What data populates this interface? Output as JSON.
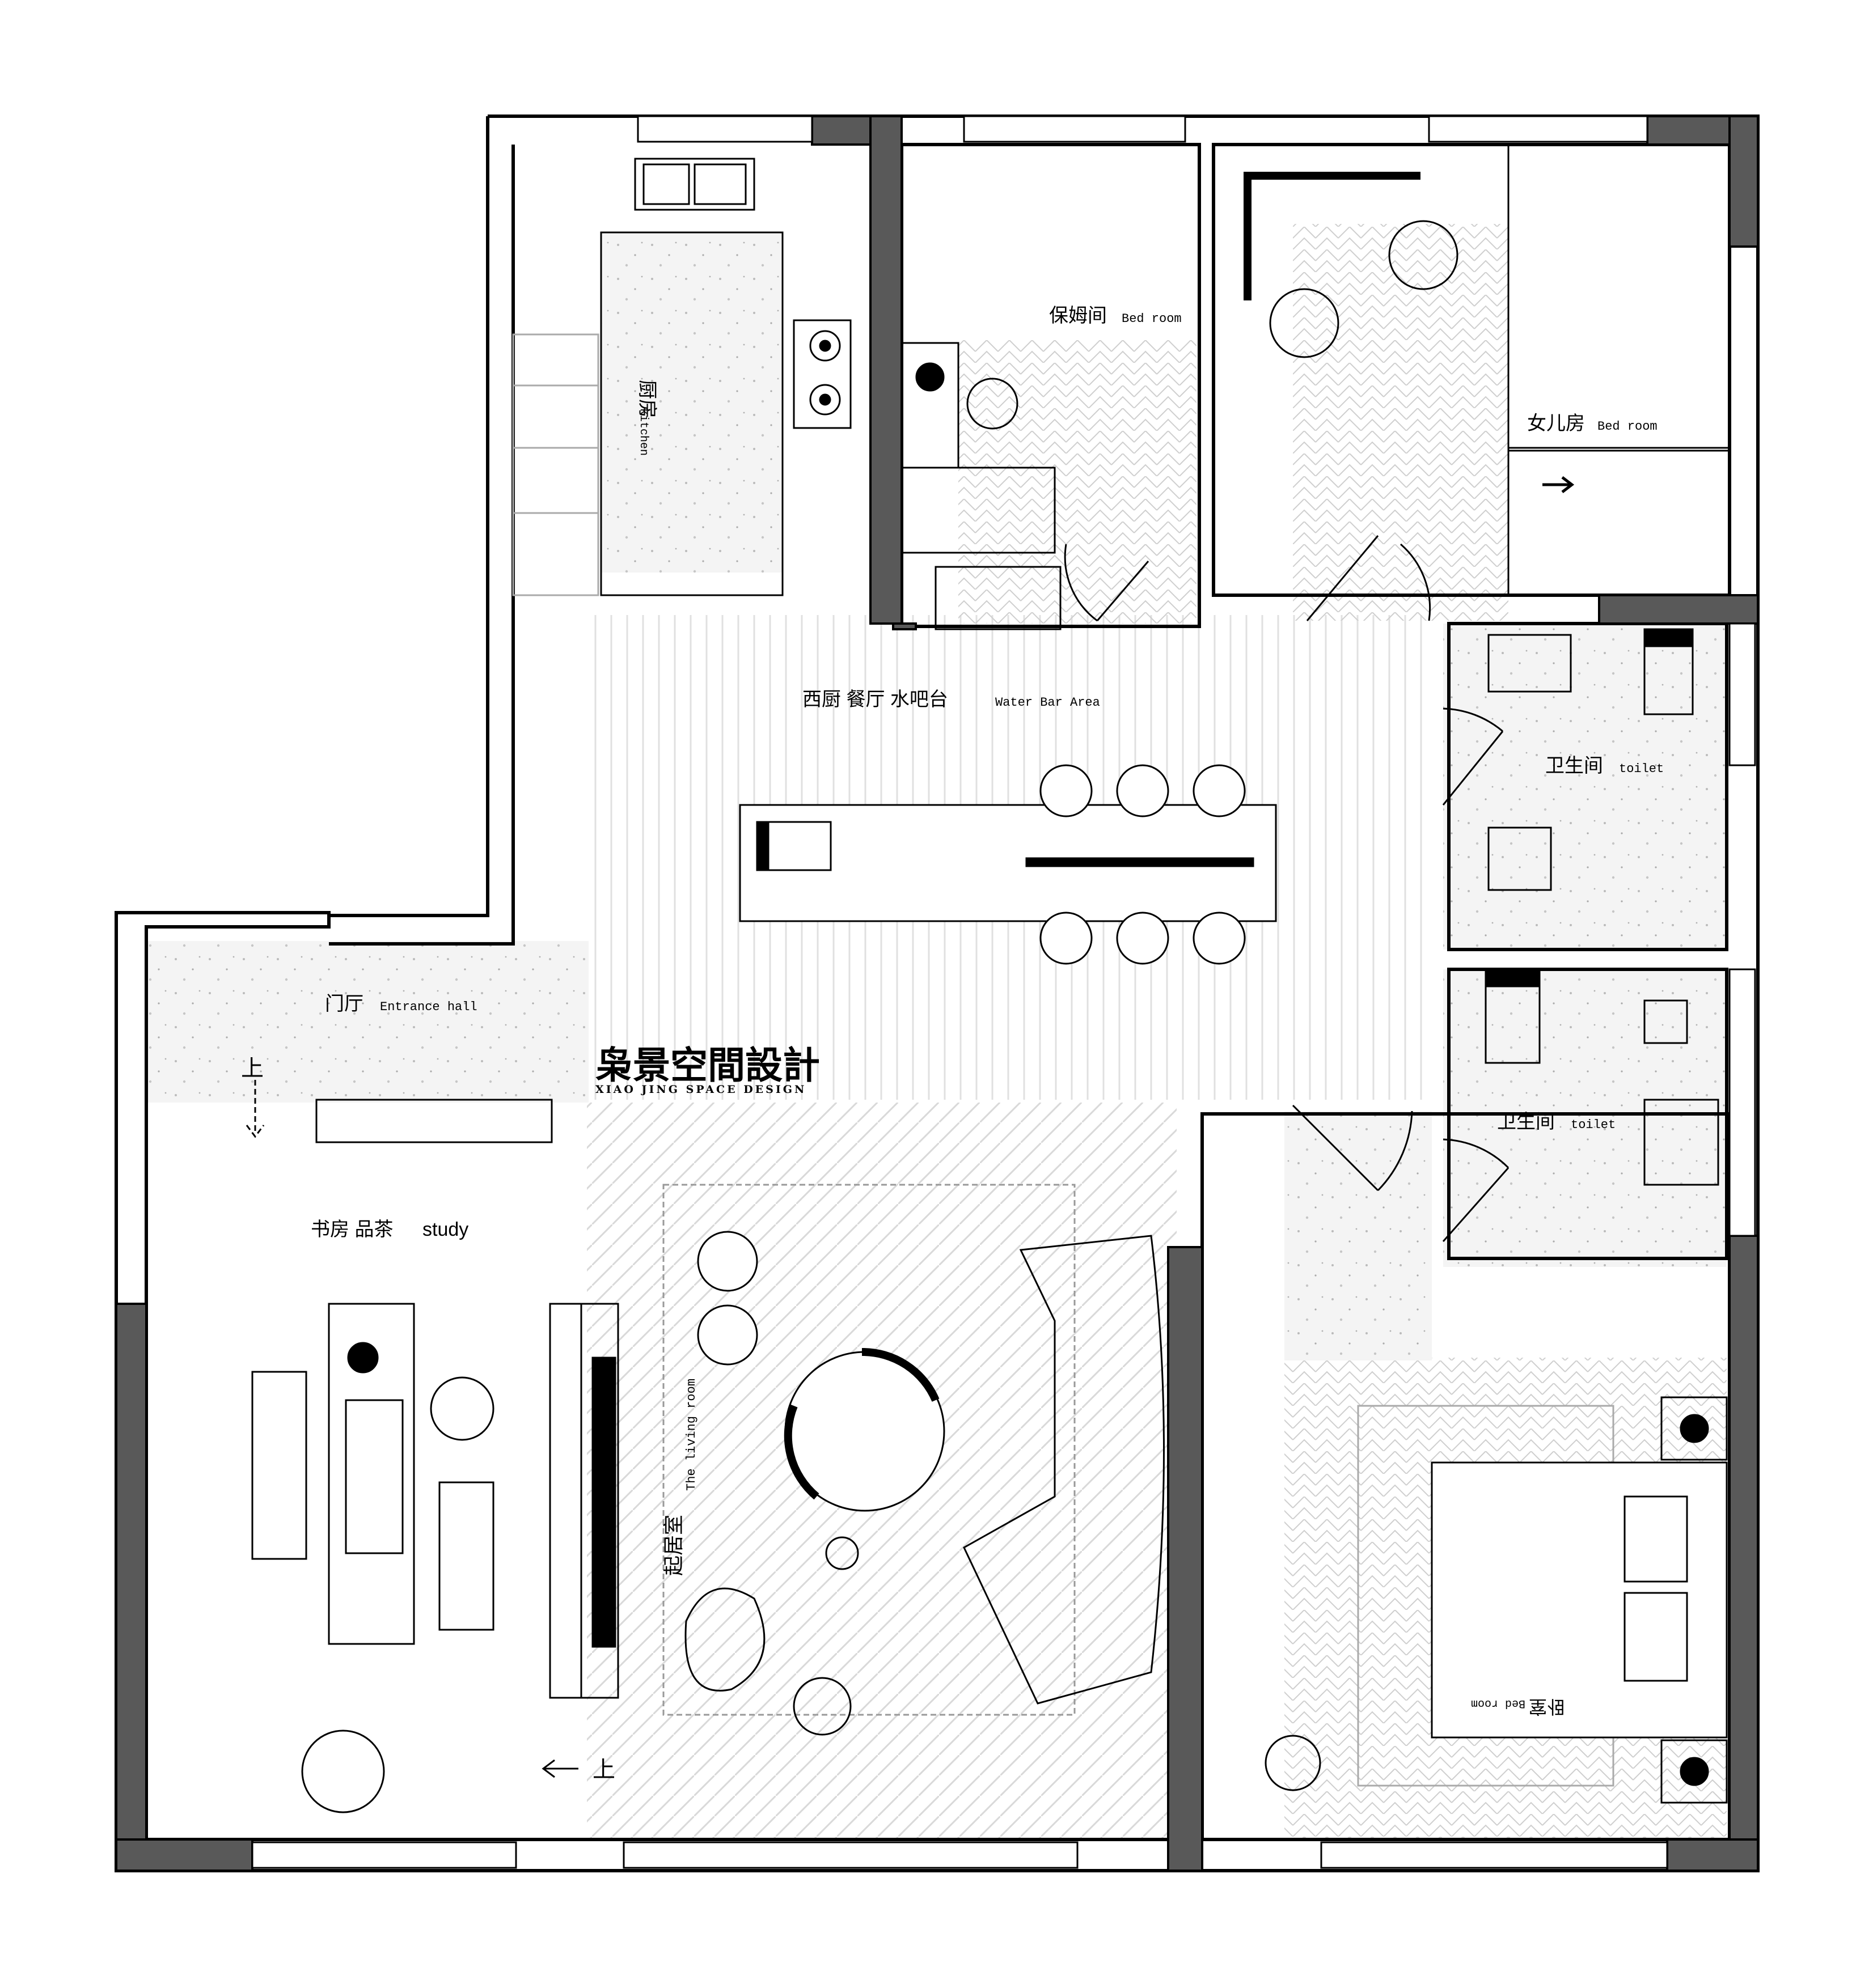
{
  "rooms": {
    "kitchen": {
      "cn": "厨房",
      "en": "kitchen"
    },
    "nanny_room": {
      "cn": "保姆间",
      "en": "Bed room"
    },
    "daughter_room": {
      "cn": "女儿房",
      "en": "Bed room"
    },
    "dining": {
      "cn": "西厨 餐厅 水吧台",
      "en": "Water Bar Area"
    },
    "toilet_1": {
      "cn": "卫生间",
      "en": "toilet"
    },
    "toilet_2": {
      "cn": "卫生间",
      "en": "toilet"
    },
    "entrance": {
      "cn": "门厅",
      "en": "Entrance hall"
    },
    "study": {
      "cn": "书房 品茶",
      "en": "study"
    },
    "living": {
      "cn": "起居室",
      "en": "The living room"
    },
    "master_bedroom": {
      "cn": "卧室",
      "en": "Bed room"
    }
  },
  "stairs": {
    "up_1": "上",
    "up_2": "上"
  },
  "logo": {
    "cn": "枭景空間設計",
    "en": "XIAO JING SPACE DESIGN"
  },
  "colors": {
    "wall_gray": "#595959",
    "wall_black": "#000000",
    "floor_light": "#f2f2f2"
  }
}
